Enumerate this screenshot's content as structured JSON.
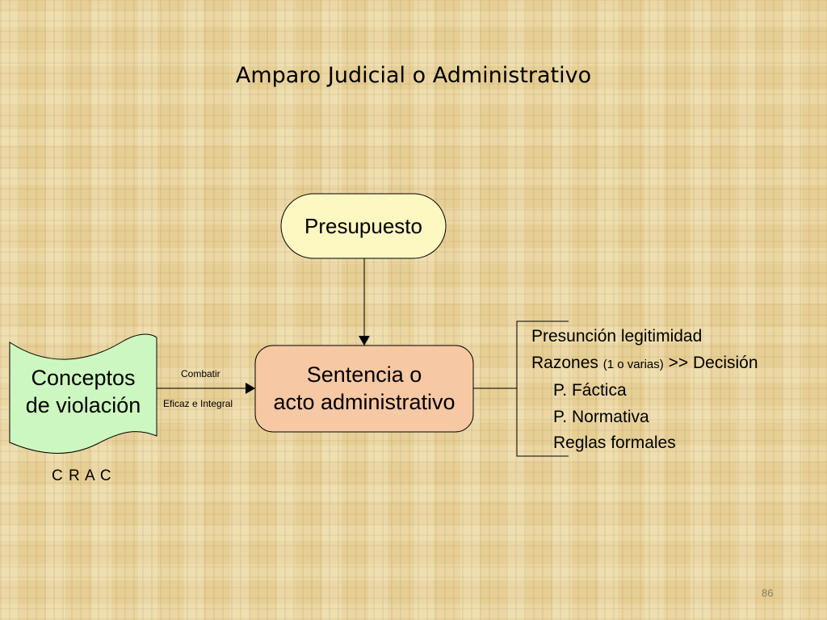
{
  "slide": {
    "title": "Amparo Judicial o Administrativo",
    "page_number": "86"
  },
  "nodes": {
    "presupuesto": "Presupuesto",
    "sentencia_line1": "Sentencia o",
    "sentencia_line2": "acto administrativo",
    "conceptos_line1": "Conceptos",
    "conceptos_line2": "de violación"
  },
  "edges": {
    "combatir": "Combatir",
    "eficaz": "Eficaz e Integral"
  },
  "crac": "C R A C",
  "list": {
    "item1": "Presunción legitimidad",
    "item2_main": "Razones",
    "item2_paren": "(1 o varias)",
    "item2_rest": ">> Decisión",
    "item3": "P. Fáctica",
    "item4": "P. Normativa",
    "item5": "Reglas formales"
  },
  "colors": {
    "background": "#e6cf95",
    "presupuesto_fill": "#fdf7c2",
    "sentencia_fill": "#f6c8a4",
    "conceptos_fill": "#cdf7c0"
  }
}
